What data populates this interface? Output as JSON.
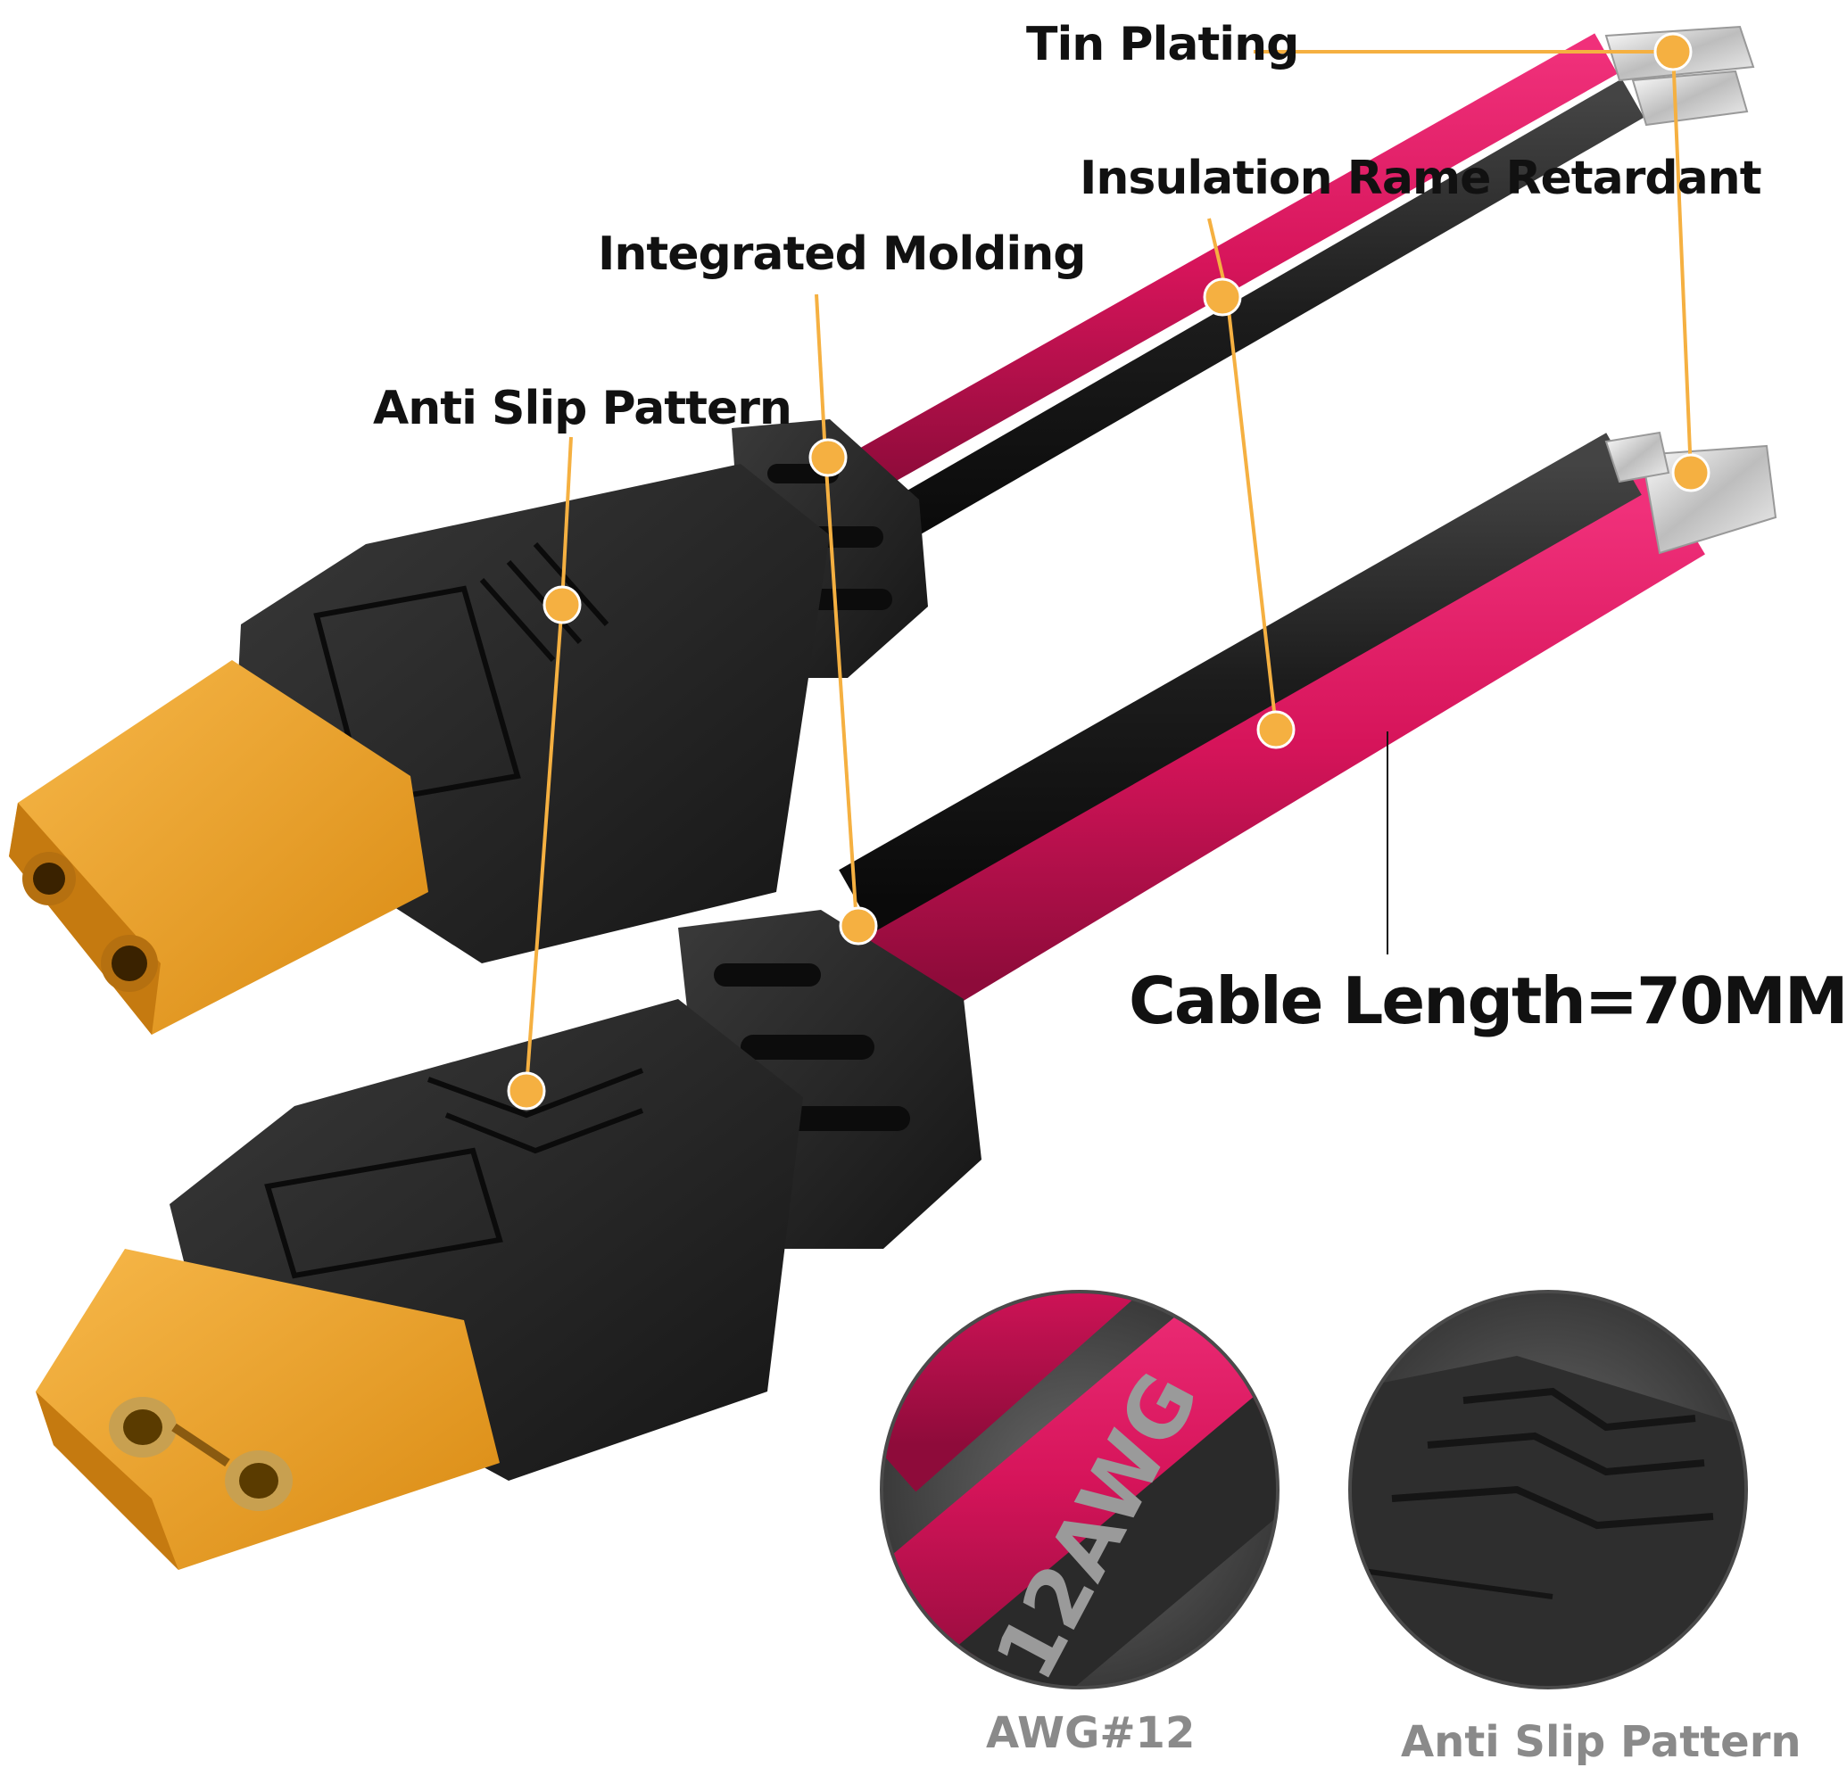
{
  "callouts": {
    "tin_plating": "Tin Plating",
    "insulation": "Insulation Rame Retardant",
    "integrated_molding": "Integrated Molding",
    "anti_slip": "Anti Slip Pattern",
    "cable_length": "Cable Length=70MM"
  },
  "zoom_details": {
    "awg_marking": "12AWG",
    "left_caption": "AWG#12",
    "right_caption": "Anti Slip Pattern"
  },
  "colors": {
    "red_wire": "#d6145a",
    "black_wire": "#1c1c1c",
    "connector_yellow": "#f2a62a",
    "callout_dot": "#f5b041",
    "callout_line": "#f5b041"
  }
}
